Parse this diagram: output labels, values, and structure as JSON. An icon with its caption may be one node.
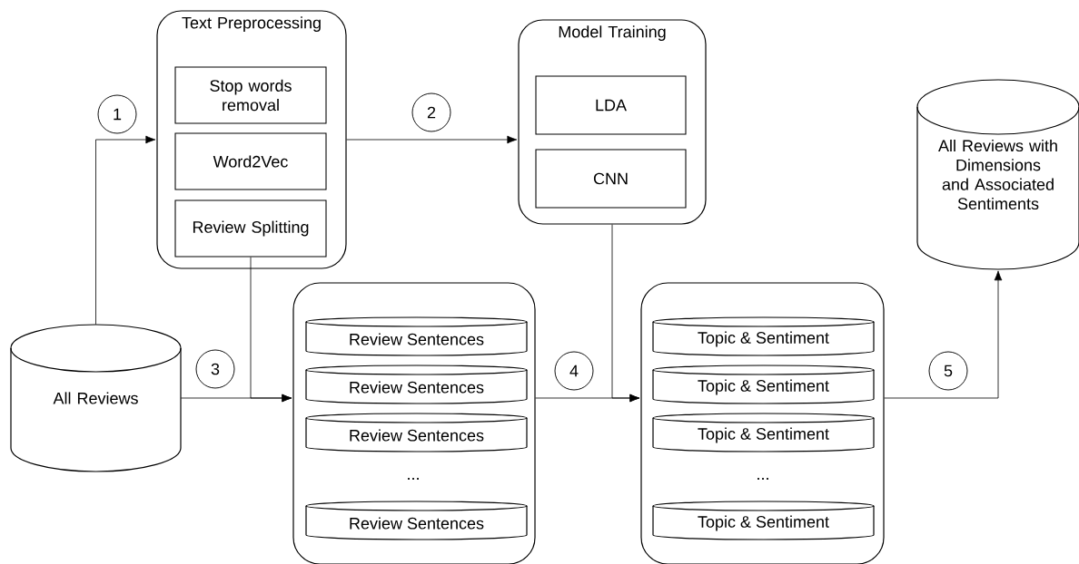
{
  "diagram": {
    "nodes": [
      {
        "text": [
          "All Reviews"
        ]
      },
      {
        "text": [
          "Text Preprocessing"
        ]
      },
      {
        "text": [
          "Stop words removal"
        ],
        "in": 1
      },
      {
        "text": [
          "Word2Vec"
        ],
        "in": 1
      },
      {
        "text": [
          "Review Splitting"
        ],
        "in": 1
      },
      {
        "text": [
          "Model Training"
        ]
      },
      {
        "text": [
          "LDA"
        ],
        "in": 5
      },
      {
        "text": [
          "CNN"
        ],
        "in": 5
      },
      {
        "text": [],
        "shape": "box"
      },
      {
        "text": [
          "Review Sentences"
        ],
        "in": 8
      },
      {
        "text": [
          "Review Sentences"
        ],
        "in": 8
      },
      {
        "text": [
          "Review Sentences"
        ],
        "in": 8
      },
      {
        "text": [
          "Review Sentences"
        ],
        "in": 8
      },
      {
        "text": [],
        "shape": "box"
      },
      {
        "text": [
          "Topic & Sentiment"
        ],
        "in": 13
      },
      {
        "text": [
          "Topic & Sentiment"
        ],
        "in": 13
      },
      {
        "text": [
          "Topic & Sentiment"
        ],
        "in": 13
      },
      {
        "text": [
          "Topic & Sentiment"
        ],
        "in": 13
      },
      {
        "text": [
          "All Reviews with Dimensions and Associated Sentiments"
        ]
      },
      {
        "text": [
          "1"
        ]
      },
      {
        "text": [
          "2"
        ]
      },
      {
        "text": [
          "3"
        ]
      },
      {
        "text": [
          "4"
        ]
      },
      {
        "text": [
          "5"
        ]
      }
    ],
    "edges": [
      {
        "from": 0,
        "to": 1,
        "arrow": "to"
      },
      {
        "from": 1,
        "to": 5,
        "arrow": "to"
      },
      {
        "from": 0,
        "to": 8,
        "arrow": "to"
      },
      {
        "from": 4,
        "to": 8,
        "arrow": "to"
      },
      {
        "from": 8,
        "to": 13,
        "arrow": "to"
      },
      {
        "from": 5,
        "to": 13,
        "arrow": "to"
      },
      {
        "from": 13,
        "to": 18,
        "arrow": "to"
      }
    ],
    "labels": [
      "...",
      "..."
    ]
  }
}
